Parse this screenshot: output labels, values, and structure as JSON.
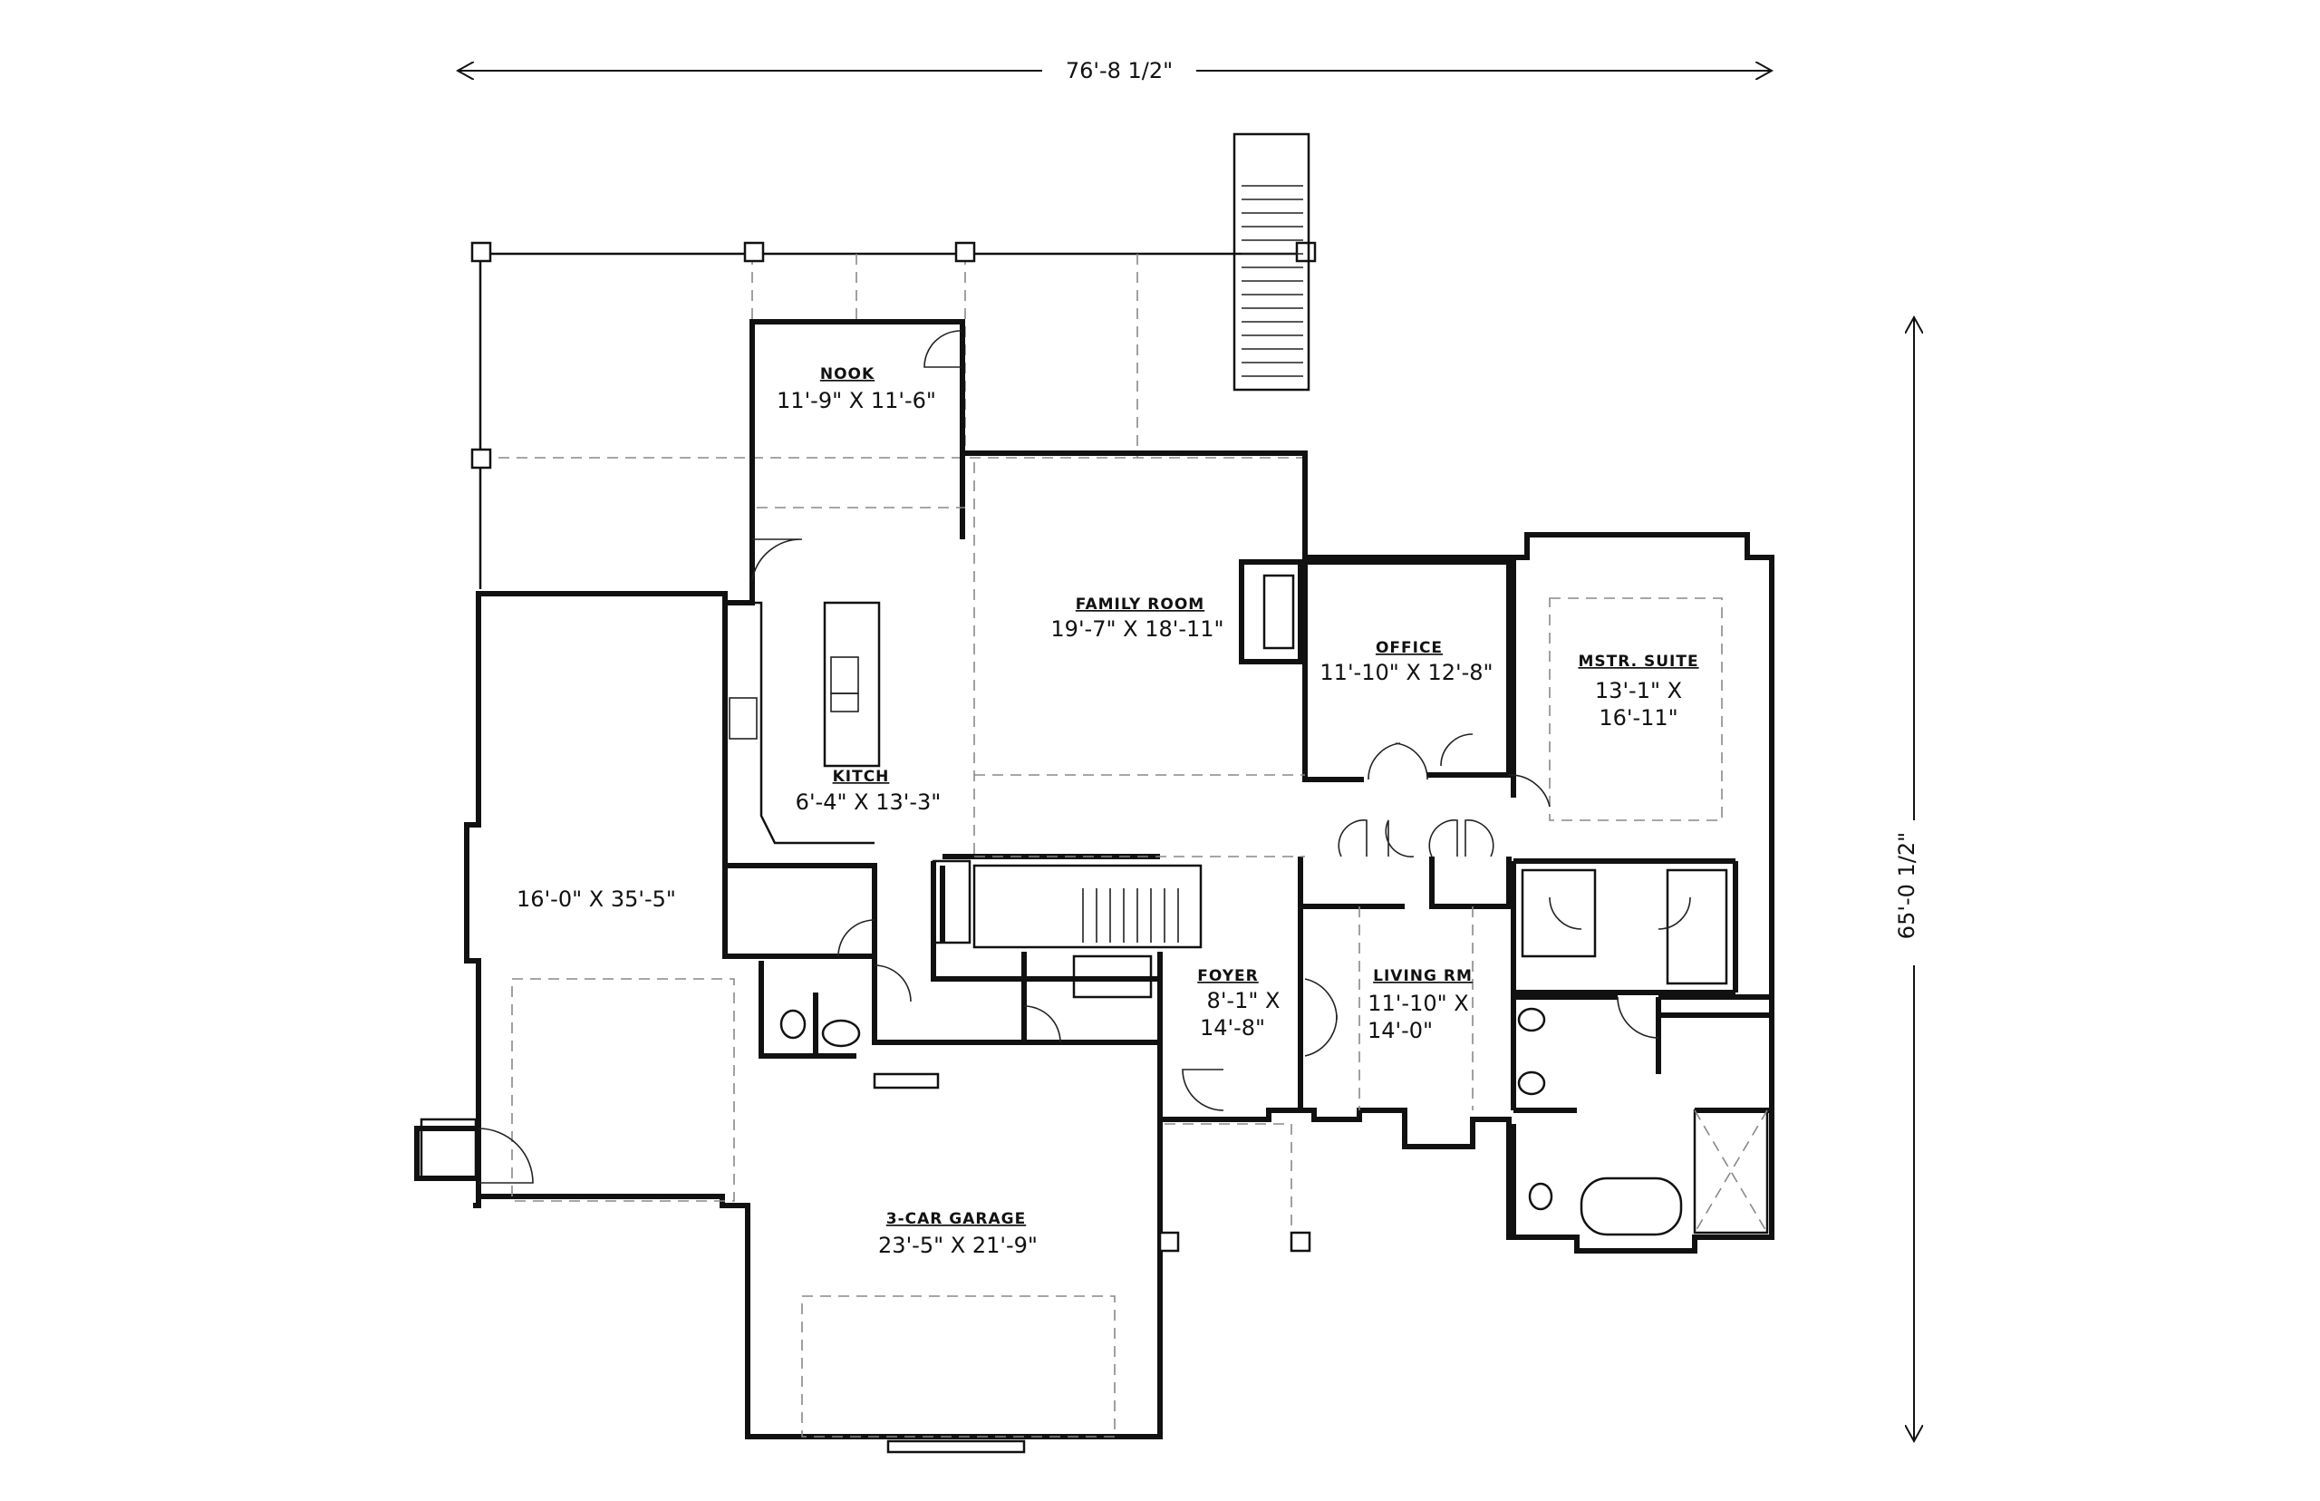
{
  "plan": {
    "overall_width": "76'-8 1/2\"",
    "overall_depth": "65'-0 1/2\"",
    "rooms": {
      "nook": {
        "name": "NOOK",
        "size": "11'-9\" X 11'-6\""
      },
      "family": {
        "name": "FAMILY ROOM",
        "size": "19'-7\" X 18'-11\""
      },
      "office": {
        "name": "OFFICE",
        "size": "11'-10\" X 12'-8\""
      },
      "suite": {
        "name": "MSTR. SUITE",
        "size1": "13'-1\" X",
        "size2": "16'-11\""
      },
      "kitchen": {
        "name": "KITCH",
        "size": "6'-4\" X 13'-3\""
      },
      "rv": {
        "size": "16'-0\" X 35'-5\""
      },
      "foyer": {
        "name": "FOYER",
        "size1": "8'-1\" X",
        "size2": "14'-8\""
      },
      "living": {
        "name": "LIVING RM",
        "size1": "11'-10\" X",
        "size2": "14'-0\""
      },
      "garage": {
        "name": "3-CAR GARAGE",
        "size": "23'-5\" X 21'-9\""
      }
    }
  }
}
